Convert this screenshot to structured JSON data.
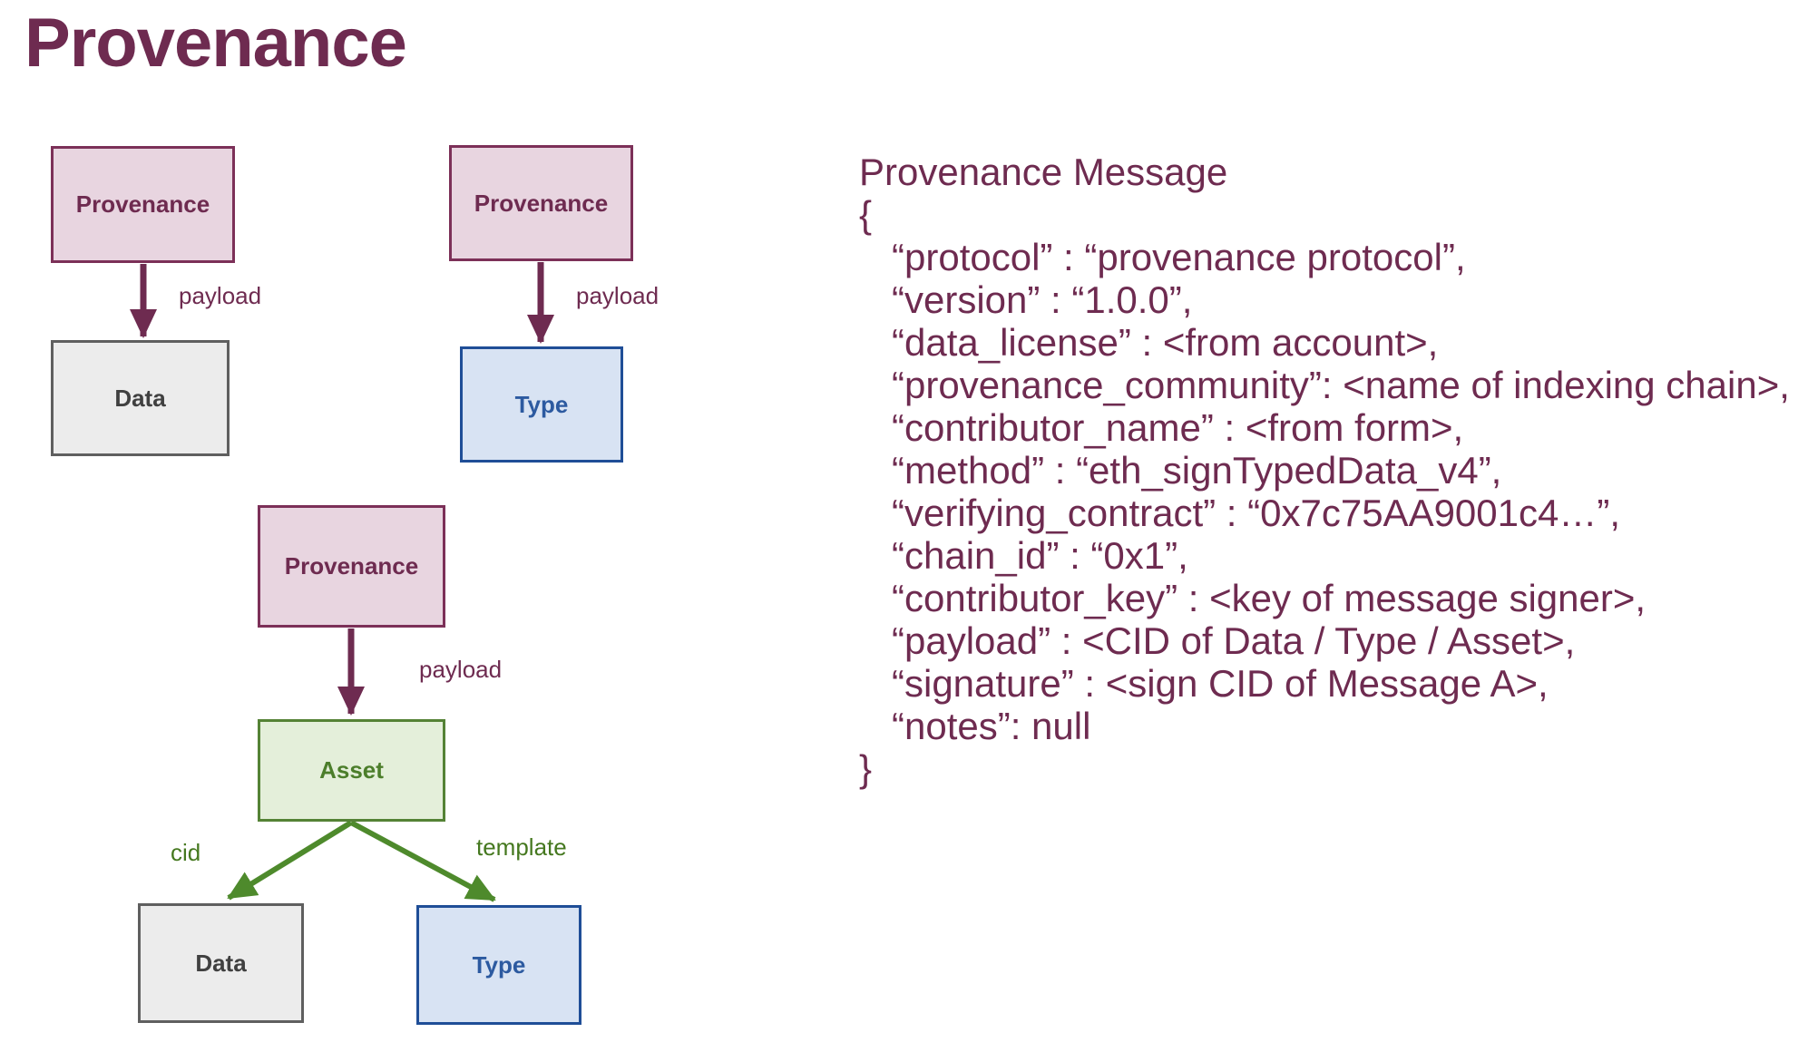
{
  "title": "Provenance",
  "colors": {
    "maroon_text": "#6E2B50",
    "pink_fill": "#E8D5E0",
    "pink_border": "#7C3058",
    "gray_fill": "#ECECEC",
    "gray_border": "#5F5F5F",
    "gray_text": "#404040",
    "blue_fill": "#D8E3F3",
    "blue_border": "#1F4E97",
    "blue_text": "#2C5AA0",
    "green_fill": "#E4EFDA",
    "green_border": "#548235",
    "green_text": "#4C7E2B",
    "green_arrow": "#4E8A2C"
  },
  "diagrams": {
    "flow1": {
      "from": "Provenance",
      "edge": "payload",
      "to": "Data"
    },
    "flow2": {
      "from": "Provenance",
      "edge": "payload",
      "to": "Type"
    },
    "flow3": {
      "root": "Provenance",
      "edge_payload": "payload",
      "asset": "Asset",
      "edge_cid": "cid",
      "edge_template": "template",
      "data": "Data",
      "type": "Type"
    }
  },
  "message": {
    "header": "Provenance Message",
    "open_brace": "{",
    "fields": [
      "“protocol” : “provenance protocol”,",
      "“version” : “1.0.0”,",
      "“data_license” : <from account>,",
      "“provenance_community”: <name of indexing chain>,",
      "“contributor_name” : <from form>,",
      "“method” : “eth_signTypedData_v4”,",
      "“verifying_contract” : “0x7c75AA9001c4…”,",
      "“chain_id” : “0x1”,",
      "“contributor_key” : <key of message signer>,",
      "“payload” : <CID of Data / Type / Asset>,",
      "“signature” : <sign CID of Message A>,",
      "“notes”: null"
    ],
    "close_brace": "}"
  }
}
